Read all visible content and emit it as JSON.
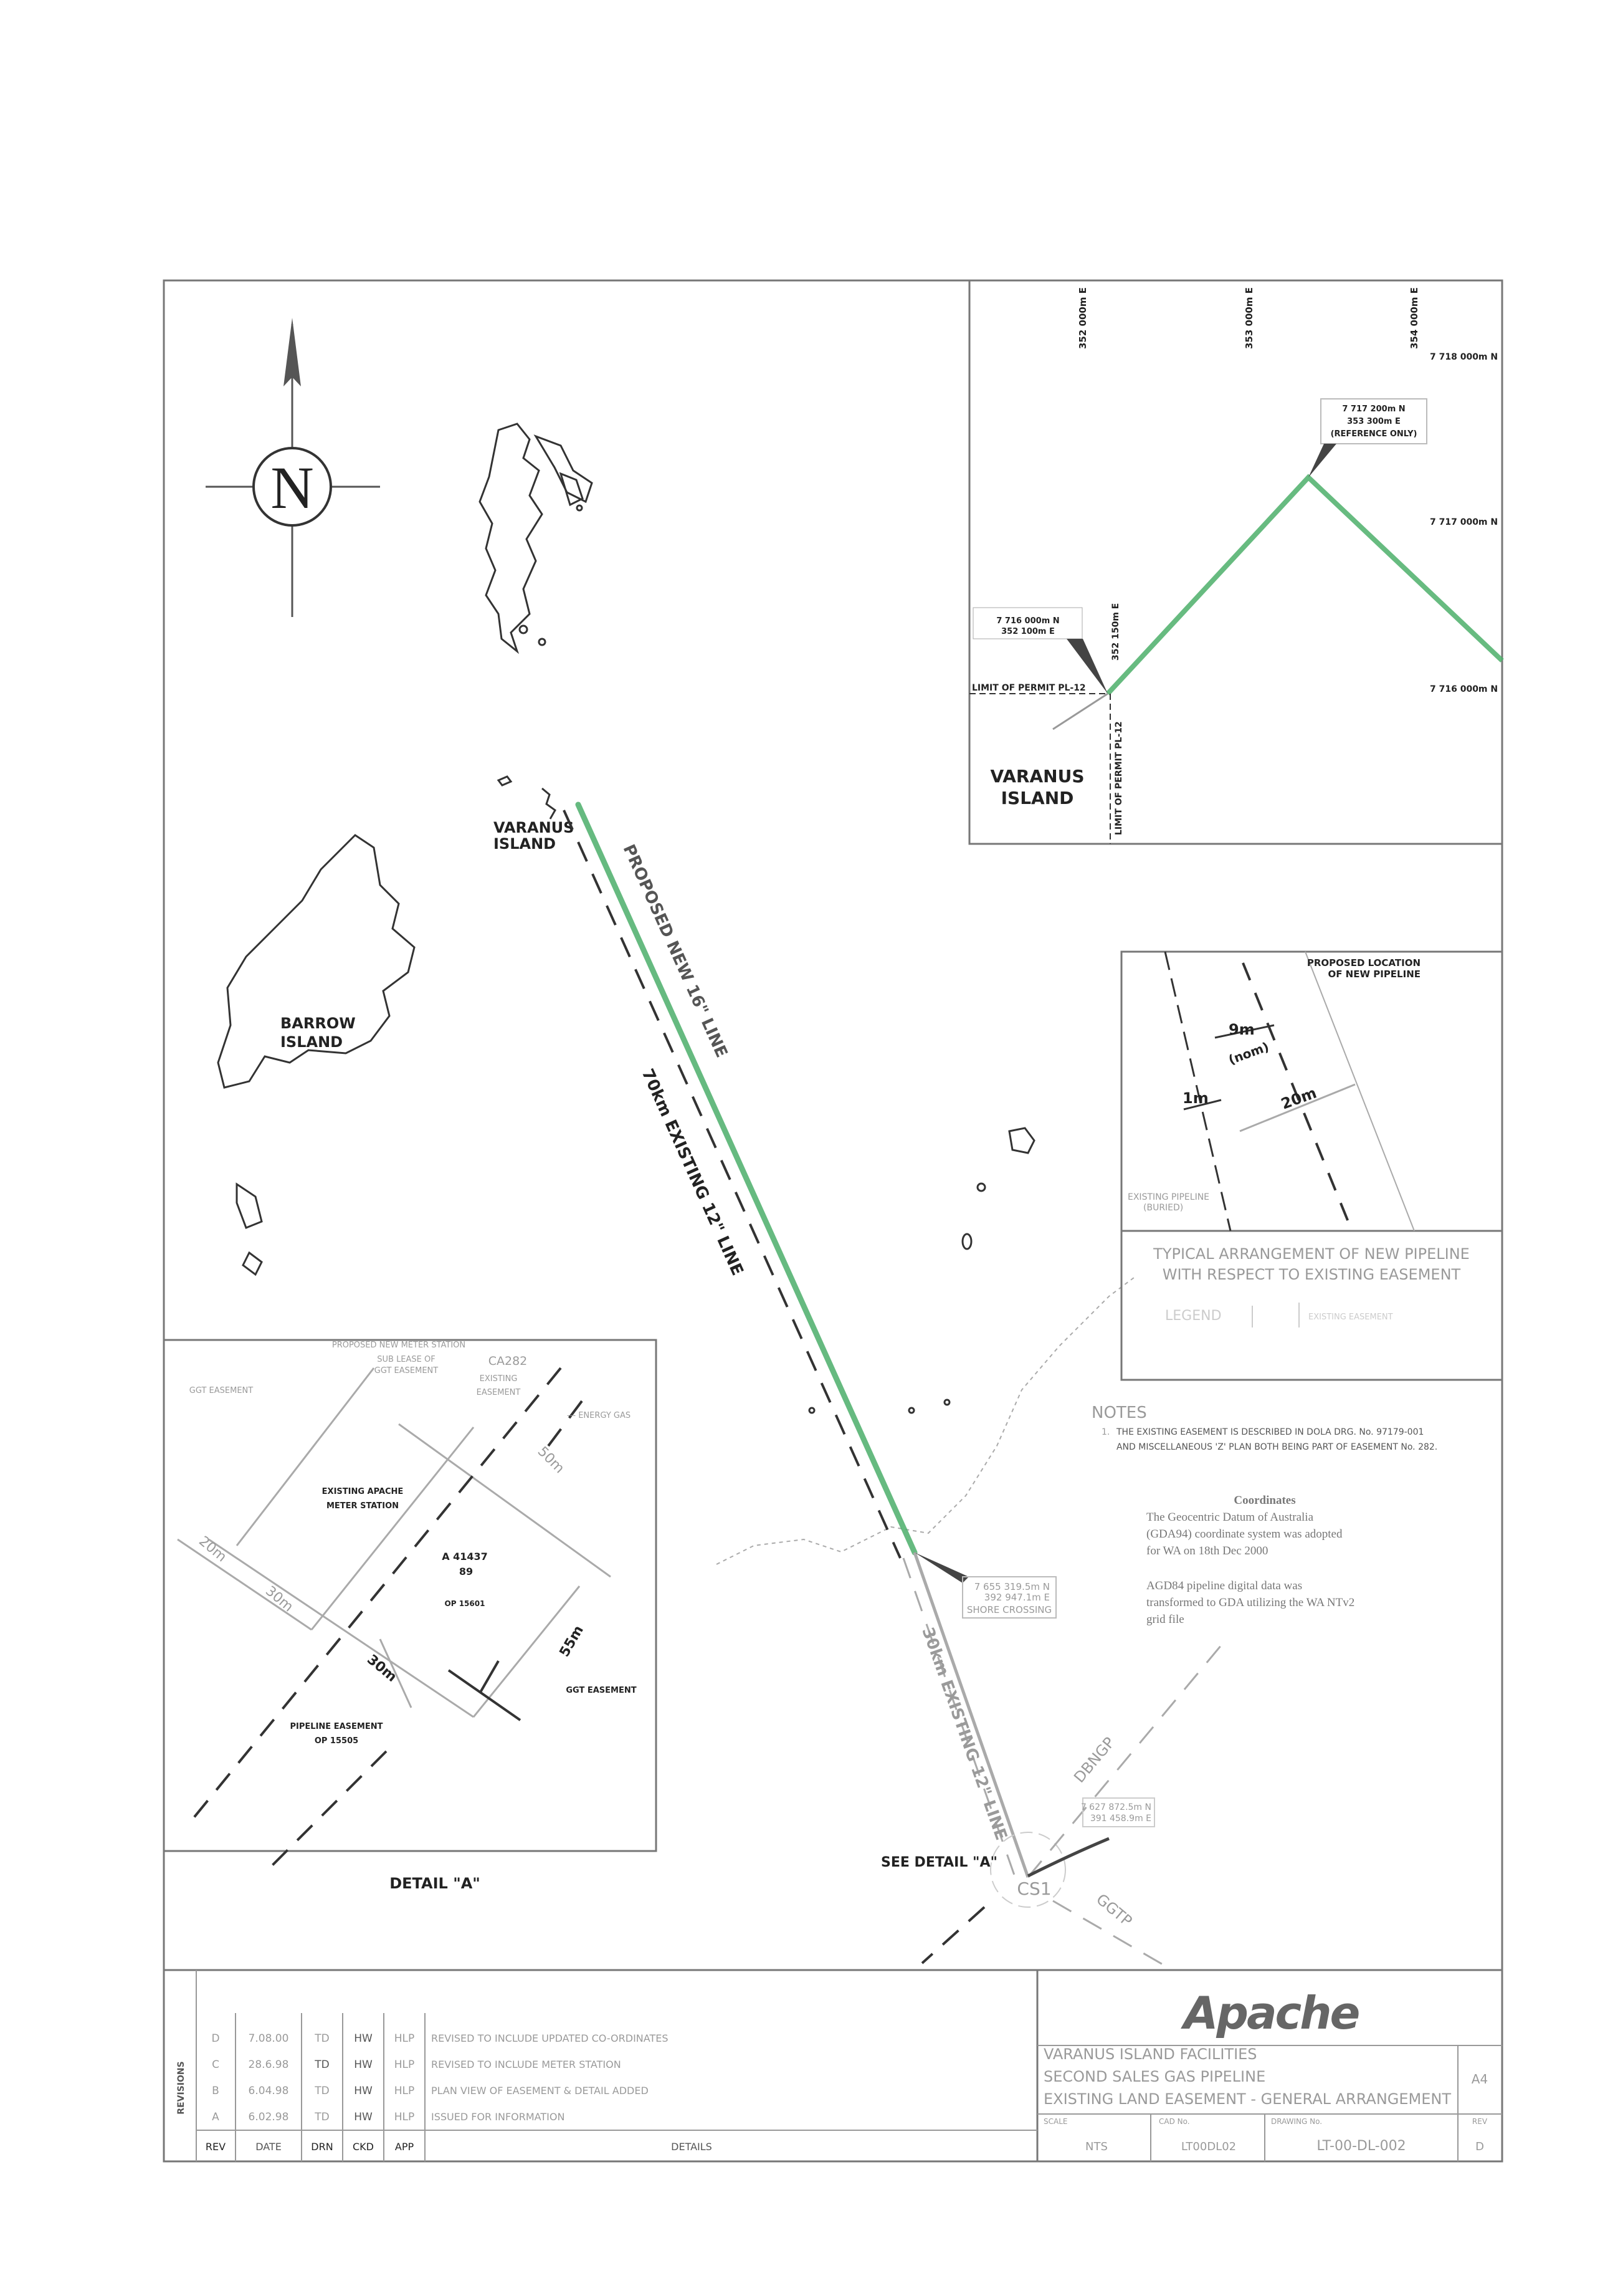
{
  "colors": {
    "proposed_pipeline": "#4caf6a",
    "linework": "#333333",
    "faint_linework": "#aaaaaa"
  },
  "main_map": {
    "north_arrow": {
      "label": "N",
      "icon": "north-arrow-icon"
    },
    "barrow_island": "BARROW\nISLAND",
    "barrow_island_lines": [
      "BARROW",
      "ISLAND"
    ],
    "varanus_island_lines": [
      "VARANUS",
      "ISLAND"
    ],
    "proposed_line_label": "PROPOSED NEW 16\" LINE",
    "existing_70km_label": "70km EXISTING 12\" LINE",
    "existing_30km_label": "30km EXISTING 12\" LINE",
    "shore_crossing": {
      "northing": "7 655 319.5m N",
      "easting": "392 947.1m E",
      "label": "SHORE CROSSING"
    },
    "cs1": {
      "label": "CS1",
      "northing": "7 627 872.5m N",
      "easting": "391 458.9m E"
    },
    "dbngp_label": "DBNGP",
    "ggtp_label": "GGTP",
    "see_detail": "SEE DETAIL \"A\""
  },
  "inset_varanus": {
    "eastings": [
      "352 000m E",
      "353 000m E",
      "354 000m E"
    ],
    "northings": [
      "7 718 000m N",
      "7 717 000m N",
      "7 716 000m N"
    ],
    "reference_point": [
      "7 717 200m N",
      "353 300m E",
      "(REFERENCE ONLY)"
    ],
    "start_point": [
      "7 716 000m N",
      "352 100m E"
    ],
    "limit_permit_h": "LIMIT OF PERMIT PL-12",
    "limit_permit_v": "LIMIT OF PERMIT PL-12",
    "easting_352150": "352 150m E",
    "island_lines": [
      "VARANUS",
      "ISLAND"
    ]
  },
  "typical_arrangement": {
    "proposed_location": [
      "PROPOSED LOCATION",
      "OF NEW PIPELINE"
    ],
    "dim_9m": "9m",
    "dim_nom": "(nom)",
    "dim_1m": "1m",
    "dim_20m": "20m",
    "existing_pipeline": [
      "EXISTING PIPELINE",
      "(BURIED)"
    ],
    "title": [
      "TYPICAL ARRANGEMENT OF NEW PIPELINE",
      "WITH RESPECT TO EXISTING EASEMENT"
    ],
    "legend_label": "LEGEND",
    "legend_item": "EXISTING EASEMENT"
  },
  "notes": {
    "heading": "NOTES",
    "items": [
      {
        "num": "1.",
        "lines": [
          "THE EXISTING EASEMENT IS DESCRIBED IN DOLA DRG. No. 97179-001",
          "AND MISCELLANEOUS 'Z' PLAN  BOTH BEING PART OF EASEMENT No. 282."
        ]
      }
    ],
    "coordinates_title": "Coordinates",
    "coordinates_p1": [
      "The Geocentric Datum of Australia",
      "(GDA94) coordinate system was adopted",
      "for WA on 18th Dec 2000"
    ],
    "coordinates_p2": [
      "AGD84 pipeline digital data was",
      "transformed to GDA utilizing the WA NTv2",
      "grid file"
    ]
  },
  "detail_a": {
    "title": "DETAIL \"A\"",
    "proposed_meter_station": "PROPOSED NEW METER STATION",
    "sub_lease": [
      "SUB LEASE OF",
      "GGT EASEMENT"
    ],
    "ggt_easement_top": "GGT EASEMENT",
    "ca282": "CA282",
    "existing_easement": [
      "EXISTING",
      "EASEMENT"
    ],
    "energy_gas": "--- ENERGY GAS",
    "dim_50m": "50m",
    "existing_meter_station": [
      "EXISTING APACHE",
      "METER STATION"
    ],
    "dim_20m": "20m",
    "dim_30m_a": "30m",
    "dim_30m_b": "30m",
    "lot": [
      "A 41437",
      "89",
      "OP 15601"
    ],
    "dim_55m": "55m",
    "ggt_easement_bottom": "GGT EASEMENT",
    "pipeline_easement": [
      "PIPELINE EASEMENT",
      "OP 15505"
    ]
  },
  "title_block": {
    "revisions_label": "REVISIONS",
    "headers": [
      "REV",
      "DATE",
      "DRN",
      "CKD",
      "APP",
      "DETAILS"
    ],
    "rows": [
      {
        "rev": "D",
        "date": "7.08.00",
        "drn": "TD",
        "ckd": "HW",
        "app": "HLP",
        "details": "REVISED TO INCLUDE UPDATED CO-ORDINATES"
      },
      {
        "rev": "C",
        "date": "28.6.98",
        "drn": "TD",
        "ckd": "HW",
        "app": "HLP",
        "details": "REVISED TO INCLUDE METER STATION"
      },
      {
        "rev": "B",
        "date": "6.04.98",
        "drn": "TD",
        "ckd": "HW",
        "app": "HLP",
        "details": "PLAN VIEW OF EASEMENT & DETAIL ADDED"
      },
      {
        "rev": "A",
        "date": "6.02.98",
        "drn": "TD",
        "ckd": "HW",
        "app": "HLP",
        "details": "ISSUED FOR INFORMATION"
      }
    ],
    "logo": "Apache",
    "title_lines": [
      "VARANUS ISLAND FACILITIES",
      "SECOND SALES GAS PIPELINE",
      "EXISTING LAND EASEMENT - GENERAL ARRANGEMENT"
    ],
    "sheet_size": "A4",
    "scale_label": "SCALE",
    "scale": "NTS",
    "cad_label": "CAD No.",
    "cad": "LT00DL02",
    "drawing_label": "DRAWING No.",
    "drawing": "LT-00-DL-002",
    "rev_label": "REV",
    "rev": "D"
  }
}
